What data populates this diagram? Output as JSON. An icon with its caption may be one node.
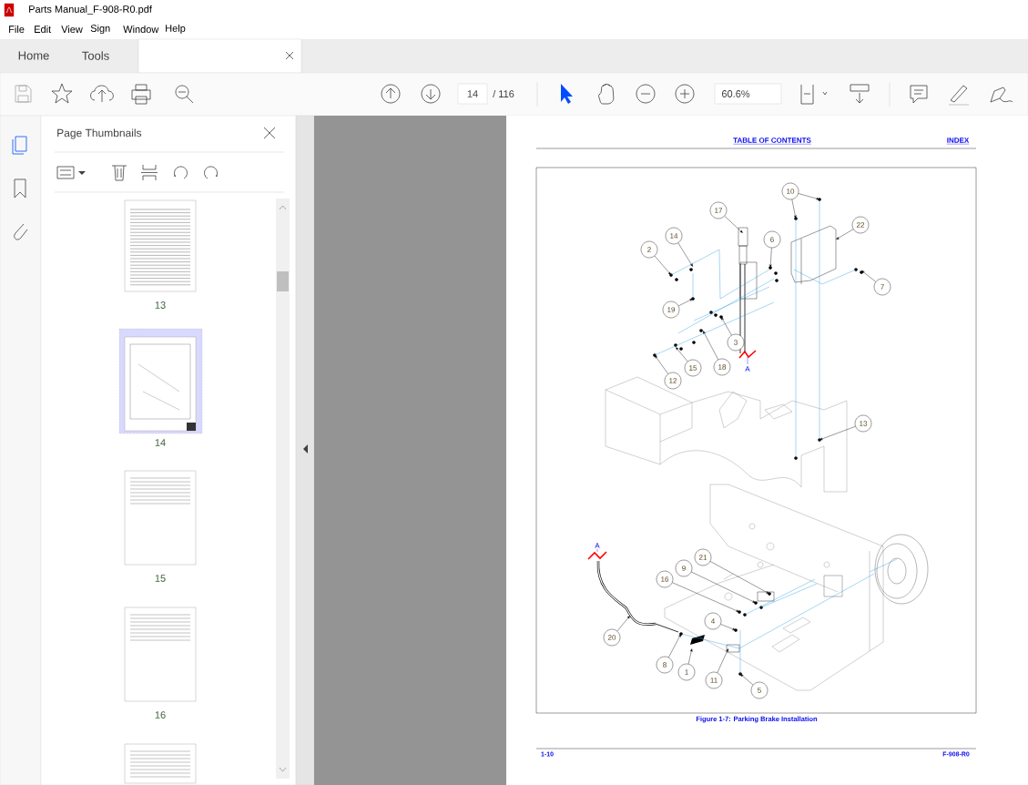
{
  "diagram": {
    "caption": "Figure 1-7:  Parking Brake Installation",
    "nodes": [
      {
        "text": [
          "2"
        ]
      },
      {
        "text": [
          "14"
        ]
      },
      {
        "text": [
          "17"
        ]
      },
      {
        "text": [
          "6"
        ]
      },
      {
        "text": [
          "10"
        ]
      },
      {
        "text": [
          "22"
        ]
      },
      {
        "text": [
          "7"
        ]
      },
      {
        "text": [
          "19"
        ]
      },
      {
        "text": [
          "3"
        ]
      },
      {
        "text": [
          "18"
        ]
      },
      {
        "text": [
          "15"
        ]
      },
      {
        "text": [
          "12"
        ]
      },
      {
        "text": [
          "13"
        ]
      },
      {
        "text": [
          "21"
        ]
      },
      {
        "text": [
          "9"
        ]
      },
      {
        "text": [
          "16"
        ]
      },
      {
        "text": [
          "4"
        ]
      },
      {
        "text": [
          "20"
        ]
      },
      {
        "text": [
          "8"
        ]
      },
      {
        "text": [
          "1"
        ]
      },
      {
        "text": [
          "11"
        ]
      },
      {
        "text": [
          "5"
        ]
      }
    ],
    "edges": [
      {
        "from": 0,
        "to": null,
        "arrow": "to"
      },
      {
        "from": 1,
        "to": null,
        "arrow": "to"
      },
      {
        "from": 2,
        "to": null,
        "arrow": "to"
      },
      {
        "from": 3,
        "to": null,
        "arrow": "to"
      },
      {
        "from": 4,
        "to": null,
        "arrow": "to"
      },
      {
        "from": 4,
        "to": null,
        "arrow": "to"
      },
      {
        "from": 5,
        "to": null,
        "arrow": "to"
      },
      {
        "from": 6,
        "to": null,
        "arrow": "to"
      },
      {
        "from": 7,
        "to": null,
        "arrow": "to"
      },
      {
        "from": 8,
        "to": null,
        "arrow": "to"
      },
      {
        "from": 9,
        "to": null,
        "arrow": "to"
      },
      {
        "from": 10,
        "to": null,
        "arrow": "to"
      },
      {
        "from": 11,
        "to": null,
        "arrow": "to"
      },
      {
        "from": 12,
        "to": null,
        "arrow": "to"
      },
      {
        "from": 13,
        "to": null,
        "arrow": "to"
      },
      {
        "from": 14,
        "to": null,
        "arrow": "to"
      },
      {
        "from": 15,
        "to": null,
        "arrow": "to"
      },
      {
        "from": 16,
        "to": null,
        "arrow": "to"
      },
      {
        "from": 17,
        "to": null,
        "arrow": "to"
      },
      {
        "from": 18,
        "to": null,
        "arrow": "to"
      },
      {
        "from": 19,
        "to": null,
        "arrow": "to"
      },
      {
        "from": 20,
        "to": null,
        "arrow": "to"
      },
      {
        "from": 21,
        "to": null,
        "arrow": "to"
      }
    ],
    "labels": [
      "Parts Manual_F-908-R0.pdf",
      "File",
      "Edit",
      "View",
      "Sign",
      "Window",
      "Help",
      "Home",
      "Tools",
      "14",
      "/ 116",
      "60.6%",
      "Page Thumbnails",
      "13",
      "14",
      "15",
      "16",
      "TABLE OF CONTENTS",
      "INDEX",
      "A",
      "A",
      "1-10",
      "F-908-R0"
    ]
  }
}
